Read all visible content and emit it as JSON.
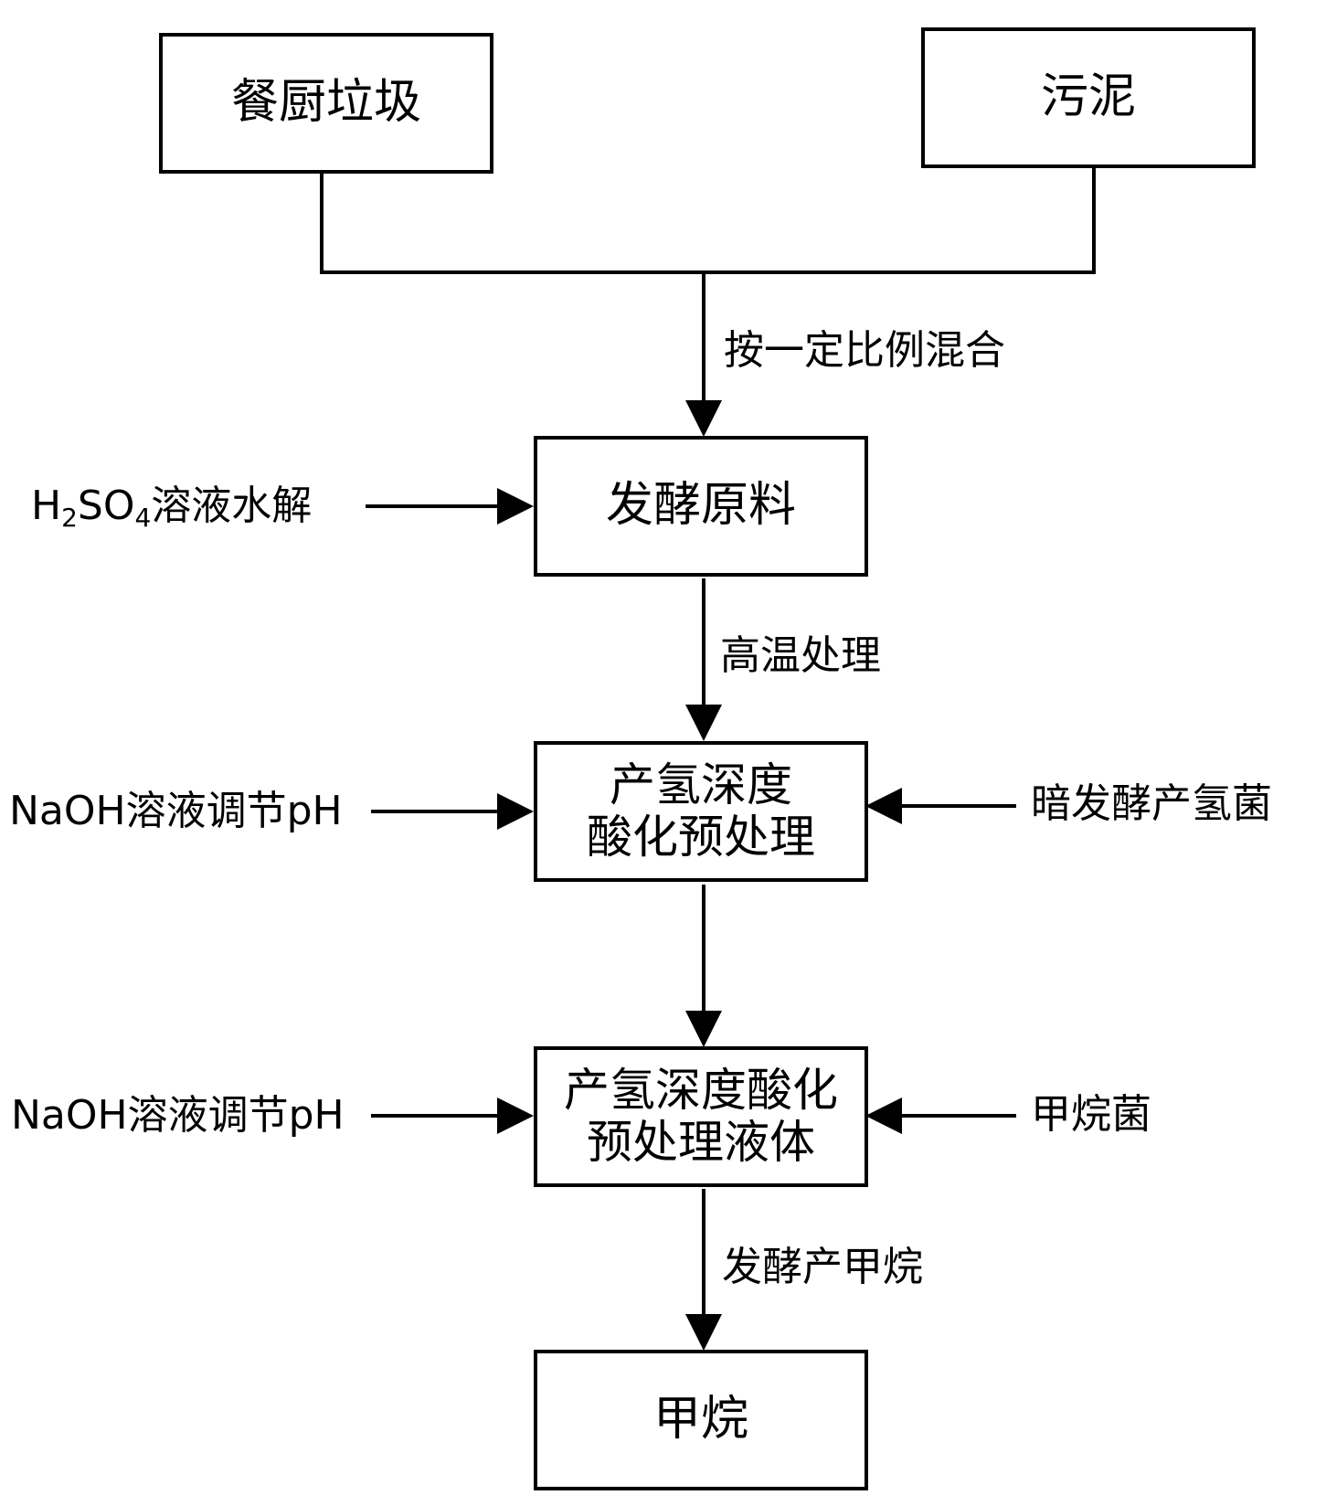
{
  "nodes": {
    "food_waste": "餐厨垃圾",
    "sludge": "污泥",
    "raw_material": "发酵原料",
    "acidification_line1": "产氢深度",
    "acidification_line2": "酸化预处理",
    "liquid_line1": "产氢深度酸化",
    "liquid_line2": "预处理液体",
    "methane": "甲烷"
  },
  "edge_labels": {
    "mix": "按一定比例混合",
    "high_temp": "高温处理",
    "ferment_methane": "发酵产甲烷"
  },
  "inputs": {
    "h2so4_h": "H",
    "h2so4_2": "2",
    "h2so4_so": "SO",
    "h2so4_4": "4",
    "h2so4_rest": "溶液水解",
    "naoh_ph_1": "NaOH溶液调节pH",
    "naoh_ph_2": "NaOH溶液调节pH",
    "dark_bacteria": "暗发酵产氢菌",
    "methane_bacteria": "甲烷菌"
  }
}
